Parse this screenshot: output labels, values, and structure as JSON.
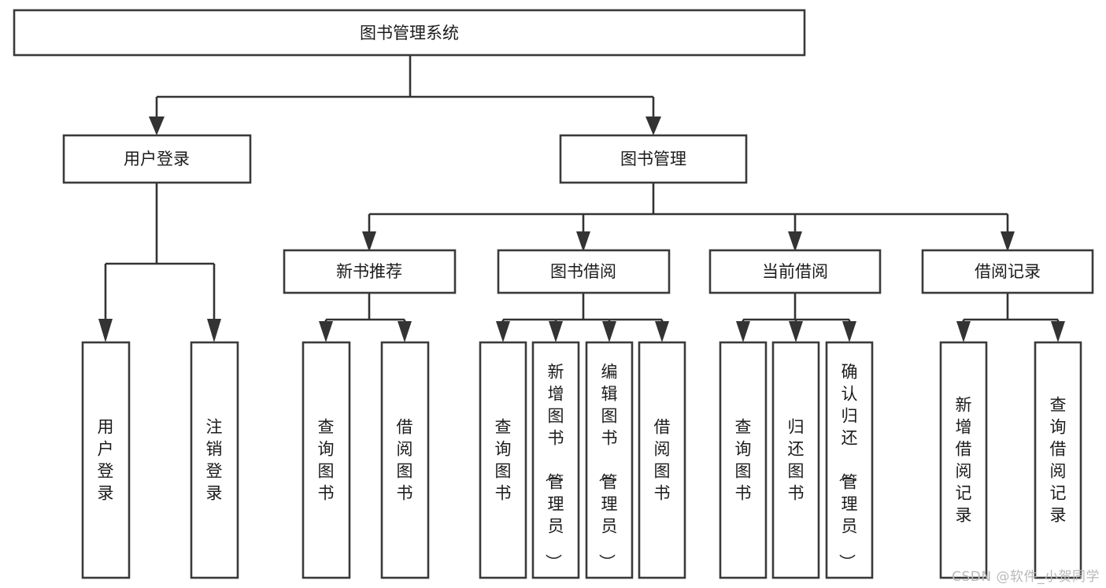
{
  "diagram": {
    "kind": "tree-hierarchy-chart",
    "title": "图书管理系统",
    "colors": {
      "background": "#ffffff",
      "box_fill": "#ffffff",
      "box_stroke": "#3a3a3a",
      "connector": "#333333",
      "text": "#1b1b1b",
      "watermark": "#b9b9b9"
    },
    "root": {
      "id": "root",
      "label": "图书管理系统",
      "orientation": "horizontal"
    },
    "level2": [
      {
        "id": "user-login",
        "label": "用户登录",
        "orientation": "horizontal"
      },
      {
        "id": "book-management",
        "label": "图书管理",
        "orientation": "horizontal"
      }
    ],
    "level3": [
      {
        "id": "new-book-recommend",
        "label": "新书推荐",
        "parent": "book-management",
        "orientation": "horizontal"
      },
      {
        "id": "book-borrow",
        "label": "图书借阅",
        "parent": "book-management",
        "orientation": "horizontal"
      },
      {
        "id": "current-borrow",
        "label": "当前借阅",
        "parent": "book-management",
        "orientation": "horizontal"
      },
      {
        "id": "borrow-record",
        "label": "借阅记录",
        "parent": "book-management",
        "orientation": "horizontal"
      }
    ],
    "leaves": [
      {
        "id": "leaf-user-login",
        "label": "用户登录",
        "parent": "user-login",
        "orientation": "vertical"
      },
      {
        "id": "leaf-logout-login",
        "label": "注销登录",
        "parent": "user-login",
        "orientation": "vertical"
      },
      {
        "id": "leaf-query-book-1",
        "label": "查询图书",
        "parent": "new-book-recommend",
        "orientation": "vertical"
      },
      {
        "id": "leaf-borrow-book-1",
        "label": "借阅图书",
        "parent": "new-book-recommend",
        "orientation": "vertical"
      },
      {
        "id": "leaf-query-book-2",
        "label": "查询图书",
        "parent": "book-borrow",
        "orientation": "vertical"
      },
      {
        "id": "leaf-add-book",
        "label": "新增图书（管理员）",
        "parent": "book-borrow",
        "orientation": "vertical"
      },
      {
        "id": "leaf-edit-book",
        "label": "编辑图书（管理员）",
        "parent": "book-borrow",
        "orientation": "vertical"
      },
      {
        "id": "leaf-borrow-book-2",
        "label": "借阅图书",
        "parent": "book-borrow",
        "orientation": "vertical"
      },
      {
        "id": "leaf-query-book-3",
        "label": "查询图书",
        "parent": "current-borrow",
        "orientation": "vertical"
      },
      {
        "id": "leaf-return-book",
        "label": "归还图书",
        "parent": "current-borrow",
        "orientation": "vertical"
      },
      {
        "id": "leaf-confirm-return",
        "label": "确认归还（管理员）",
        "parent": "current-borrow",
        "orientation": "vertical"
      },
      {
        "id": "leaf-add-record",
        "label": "新增借阅记录",
        "parent": "borrow-record",
        "orientation": "vertical"
      },
      {
        "id": "leaf-query-record",
        "label": "查询借阅记录",
        "parent": "borrow-record",
        "orientation": "vertical"
      }
    ],
    "watermark": "CSDN @软件_小贺同学"
  }
}
